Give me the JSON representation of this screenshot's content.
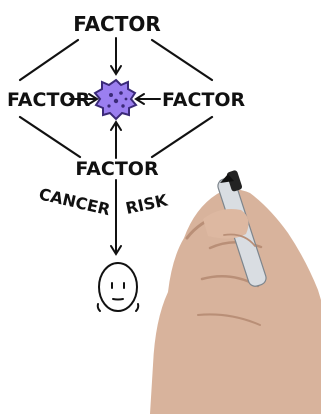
{
  "nodes": {
    "top": "FACTOR",
    "left": "FACTOR",
    "right": "FACTOR",
    "bottom": "FACTOR"
  },
  "path_labels": {
    "left": "CANCER",
    "right": "RISK"
  },
  "colors": {
    "ink": "#111111",
    "cell_fill": "#9b7ff0",
    "cell_stroke": "#3b2a78",
    "skin": "#d8b39c",
    "skin_shadow": "#b98f77",
    "marker_body": "#d9dde2",
    "marker_tip": "#232323",
    "background": "#ffffff"
  },
  "icons": [
    "cancer-cell-icon",
    "person-face-icon",
    "hand-with-marker"
  ]
}
